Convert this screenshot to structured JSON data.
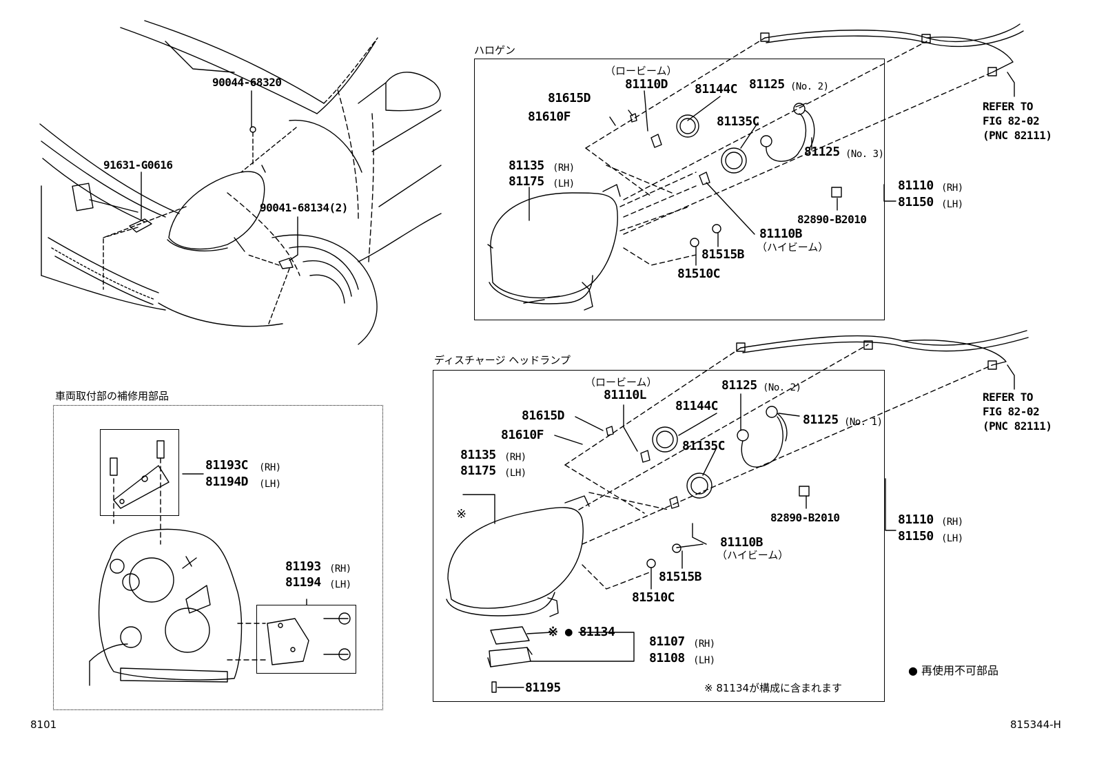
{
  "sections": {
    "halogen": "ハロゲン",
    "discharge": "ディスチャージ ヘッドランプ",
    "repair": "車両取付部の補修用部品"
  },
  "parts": {
    "p90044": "90044-68320",
    "p91631": "91631-G0616",
    "p90041": "90041-68134(2)",
    "h_low_beam_note": "（ロービーム）",
    "h_81110D": "81110D",
    "h_81615D": "81615D",
    "h_81610F": "81610F",
    "h_81144C": "81144C",
    "h_81125_no2": "81125",
    "h_no2": "(No. 2)",
    "h_81135C": "81135C",
    "h_81125_no3": "81125",
    "h_no3": "(No. 3)",
    "h_81135": "81135",
    "h_81175": "81175",
    "h_81110": "81110",
    "h_81150": "81150",
    "h_82890": "82890-B2010",
    "h_81110B": "81110B",
    "h_high_beam_note": "（ハイビーム）",
    "h_81515B": "81515B",
    "h_81510C": "81510C",
    "d_low_beam_note": "（ロービーム）",
    "d_81110L": "81110L",
    "d_81615D": "81615D",
    "d_81610F": "81610F",
    "d_81144C": "81144C",
    "d_81125_no2": "81125",
    "d_no2": "(No. 2)",
    "d_81125_no1": "81125",
    "d_no1": "(No. 1)",
    "d_81135C": "81135C",
    "d_81135": "81135",
    "d_81175": "81175",
    "d_82890": "82890-B2010",
    "d_81110": "81110",
    "d_81150": "81150",
    "d_81110B": "81110B",
    "d_high_beam_note": "（ハイビーム）",
    "d_81515B": "81515B",
    "d_81510C": "81510C",
    "d_81134": "※ ● 81134",
    "d_81107": "81107",
    "d_81108": "81108",
    "d_81195": "81195",
    "d_asterisk": "※",
    "r_81193C": "81193C",
    "r_81194D": "81194D",
    "r_81193": "81193",
    "r_81194": "81194"
  },
  "side": {
    "rh": "(RH)",
    "lh": "(LH)"
  },
  "refer": {
    "line1": "REFER TO",
    "line2": "FIG 82-02",
    "line3": "(PNC 82111)"
  },
  "notes": {
    "non_reusable": "● 再使用不可部品",
    "included": "※ 81134が構成に含まれます"
  },
  "footer": {
    "left_code": "8101",
    "right_code": "815344-H"
  }
}
